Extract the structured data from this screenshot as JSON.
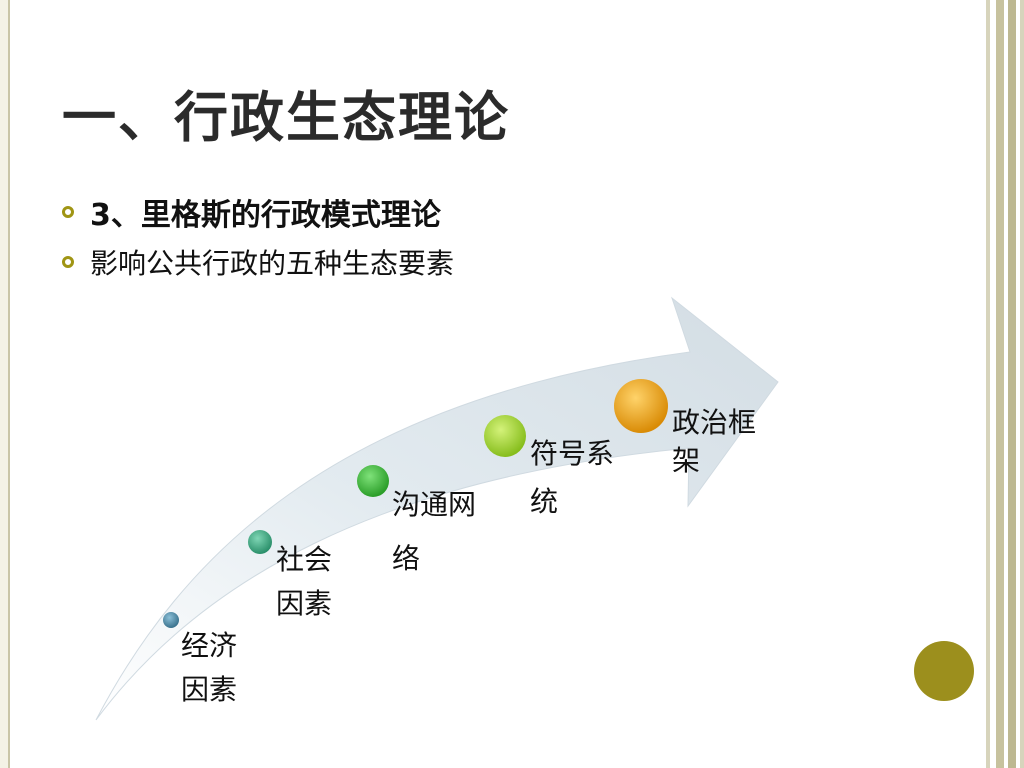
{
  "title": "一、行政生态理论",
  "bullets": [
    {
      "text": "3、里格斯的行政模式理论"
    },
    {
      "text": "影响公共行政的五种生态要素"
    }
  ],
  "stages": [
    {
      "label_line1": "经济",
      "label_line2": "因素",
      "color": "#4b86a0"
    },
    {
      "label_line1": "社会",
      "label_line2": "因素",
      "color": "#3aa57f"
    },
    {
      "label_line1": "沟通网",
      "label_line2": "络",
      "color": "#3fb53a"
    },
    {
      "label_line1": "符号系",
      "label_line2": "统",
      "color": "#9dd12a"
    },
    {
      "label_line1": "政治框",
      "label_line2": "架",
      "color": "#f0a30a"
    }
  ],
  "colors": {
    "bullet_accent": "#a09514",
    "arrow_fill": "#dbe4ea",
    "corner_circle": "#9c8f1d"
  }
}
